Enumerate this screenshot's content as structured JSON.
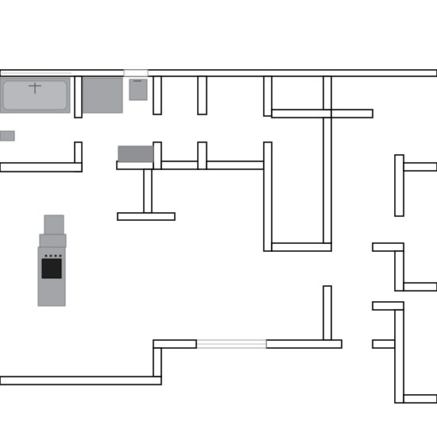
{
  "plan": {
    "rooms": [],
    "fixtures": [
      {
        "name": "bathtub-icon",
        "kind": "bathtub"
      },
      {
        "name": "vanity-icon",
        "kind": "cabinet"
      },
      {
        "name": "toilet-icon",
        "kind": "toilet"
      },
      {
        "name": "shelf-icon",
        "kind": "shelf"
      },
      {
        "name": "desk-icon",
        "kind": "counter"
      },
      {
        "name": "range-hood-icon",
        "kind": "hood"
      },
      {
        "name": "stove-icon",
        "kind": "stove"
      },
      {
        "name": "kitchen-counter-icon",
        "kind": "counter"
      }
    ],
    "colors": {
      "wall_stroke": "#000000",
      "wall_fill": "#ffffff",
      "fixture_fill": "#a3a5a8",
      "stove_burner": "#1f1f1f"
    }
  }
}
